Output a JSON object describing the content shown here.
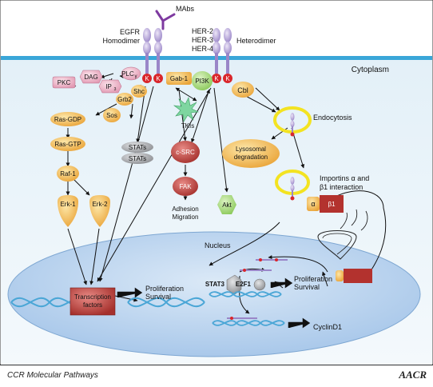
{
  "receptors": {
    "mabs": "MAbs",
    "egfr": "EGFR",
    "homodimer": "Homodimer",
    "her2": "HER-2",
    "her3": "HER-3",
    "her4": "HER-4",
    "heterodimer": "Heterodimer",
    "kinase_k": "K"
  },
  "compartments": {
    "cytoplasm": "Cytoplasm",
    "nucleus": "Nucleus"
  },
  "nodes": {
    "pkc": "PKC",
    "dag": "DAG",
    "plc_base": "PLC",
    "plc_sub": "γ",
    "ip_base": "IP",
    "ip_sub": "3",
    "shc": "Shc",
    "grb2": "Grb2",
    "sos": "Sos",
    "gab1": "Gab-1",
    "pi3k": "PI3K",
    "cbl": "Cbl",
    "tkis": "TKIs",
    "ras_gdp": "Ras-GDP",
    "ras_gtp": "Ras-GTP",
    "raf1": "Raf-1",
    "erk1": "Erk-1",
    "erk2": "Erk-2",
    "stats_1": "STATs",
    "stats_2": "STATs",
    "csrc": "c-SRC",
    "fak": "FAK",
    "adhesion": "Adhesion",
    "migration": "Migration",
    "akt": "Akt",
    "endocytosis": "Endocytosis",
    "lysosomal_1": "Lysosomal",
    "lysosomal_2": "degradation",
    "importins_1": "Importins α and",
    "importins_2": "β1 interaction",
    "alpha": "α",
    "beta1": "β1",
    "transcription_1": "Transcription",
    "transcription_2": "factors",
    "prolif_left_1": "Proliferation",
    "prolif_left_2": "Survival",
    "stat3": "STAT3",
    "e2f1": "E2F1",
    "prolif_right_1": "Proliferation",
    "prolif_right_2": "Survival",
    "cyclind1": "CyclinD1"
  },
  "footer": {
    "label": "CCR Molecular Pathways",
    "logo": "AACR"
  },
  "colors": {
    "membrane": "#3aa6d8",
    "cytoplasm_bg": "#eef6fb",
    "nucleus_fill": "#bcd6ef",
    "receptor": "#b9a7dc",
    "kinase": "#d9262b",
    "node_orange": "#f4c15c",
    "node_pink": "#efb9cc",
    "node_green": "#a9da80",
    "node_gray": "#9c9ea2",
    "node_red": "#c2423f",
    "ring_yellow": "#f3e321",
    "dna_blue": "#4aa6d6"
  }
}
